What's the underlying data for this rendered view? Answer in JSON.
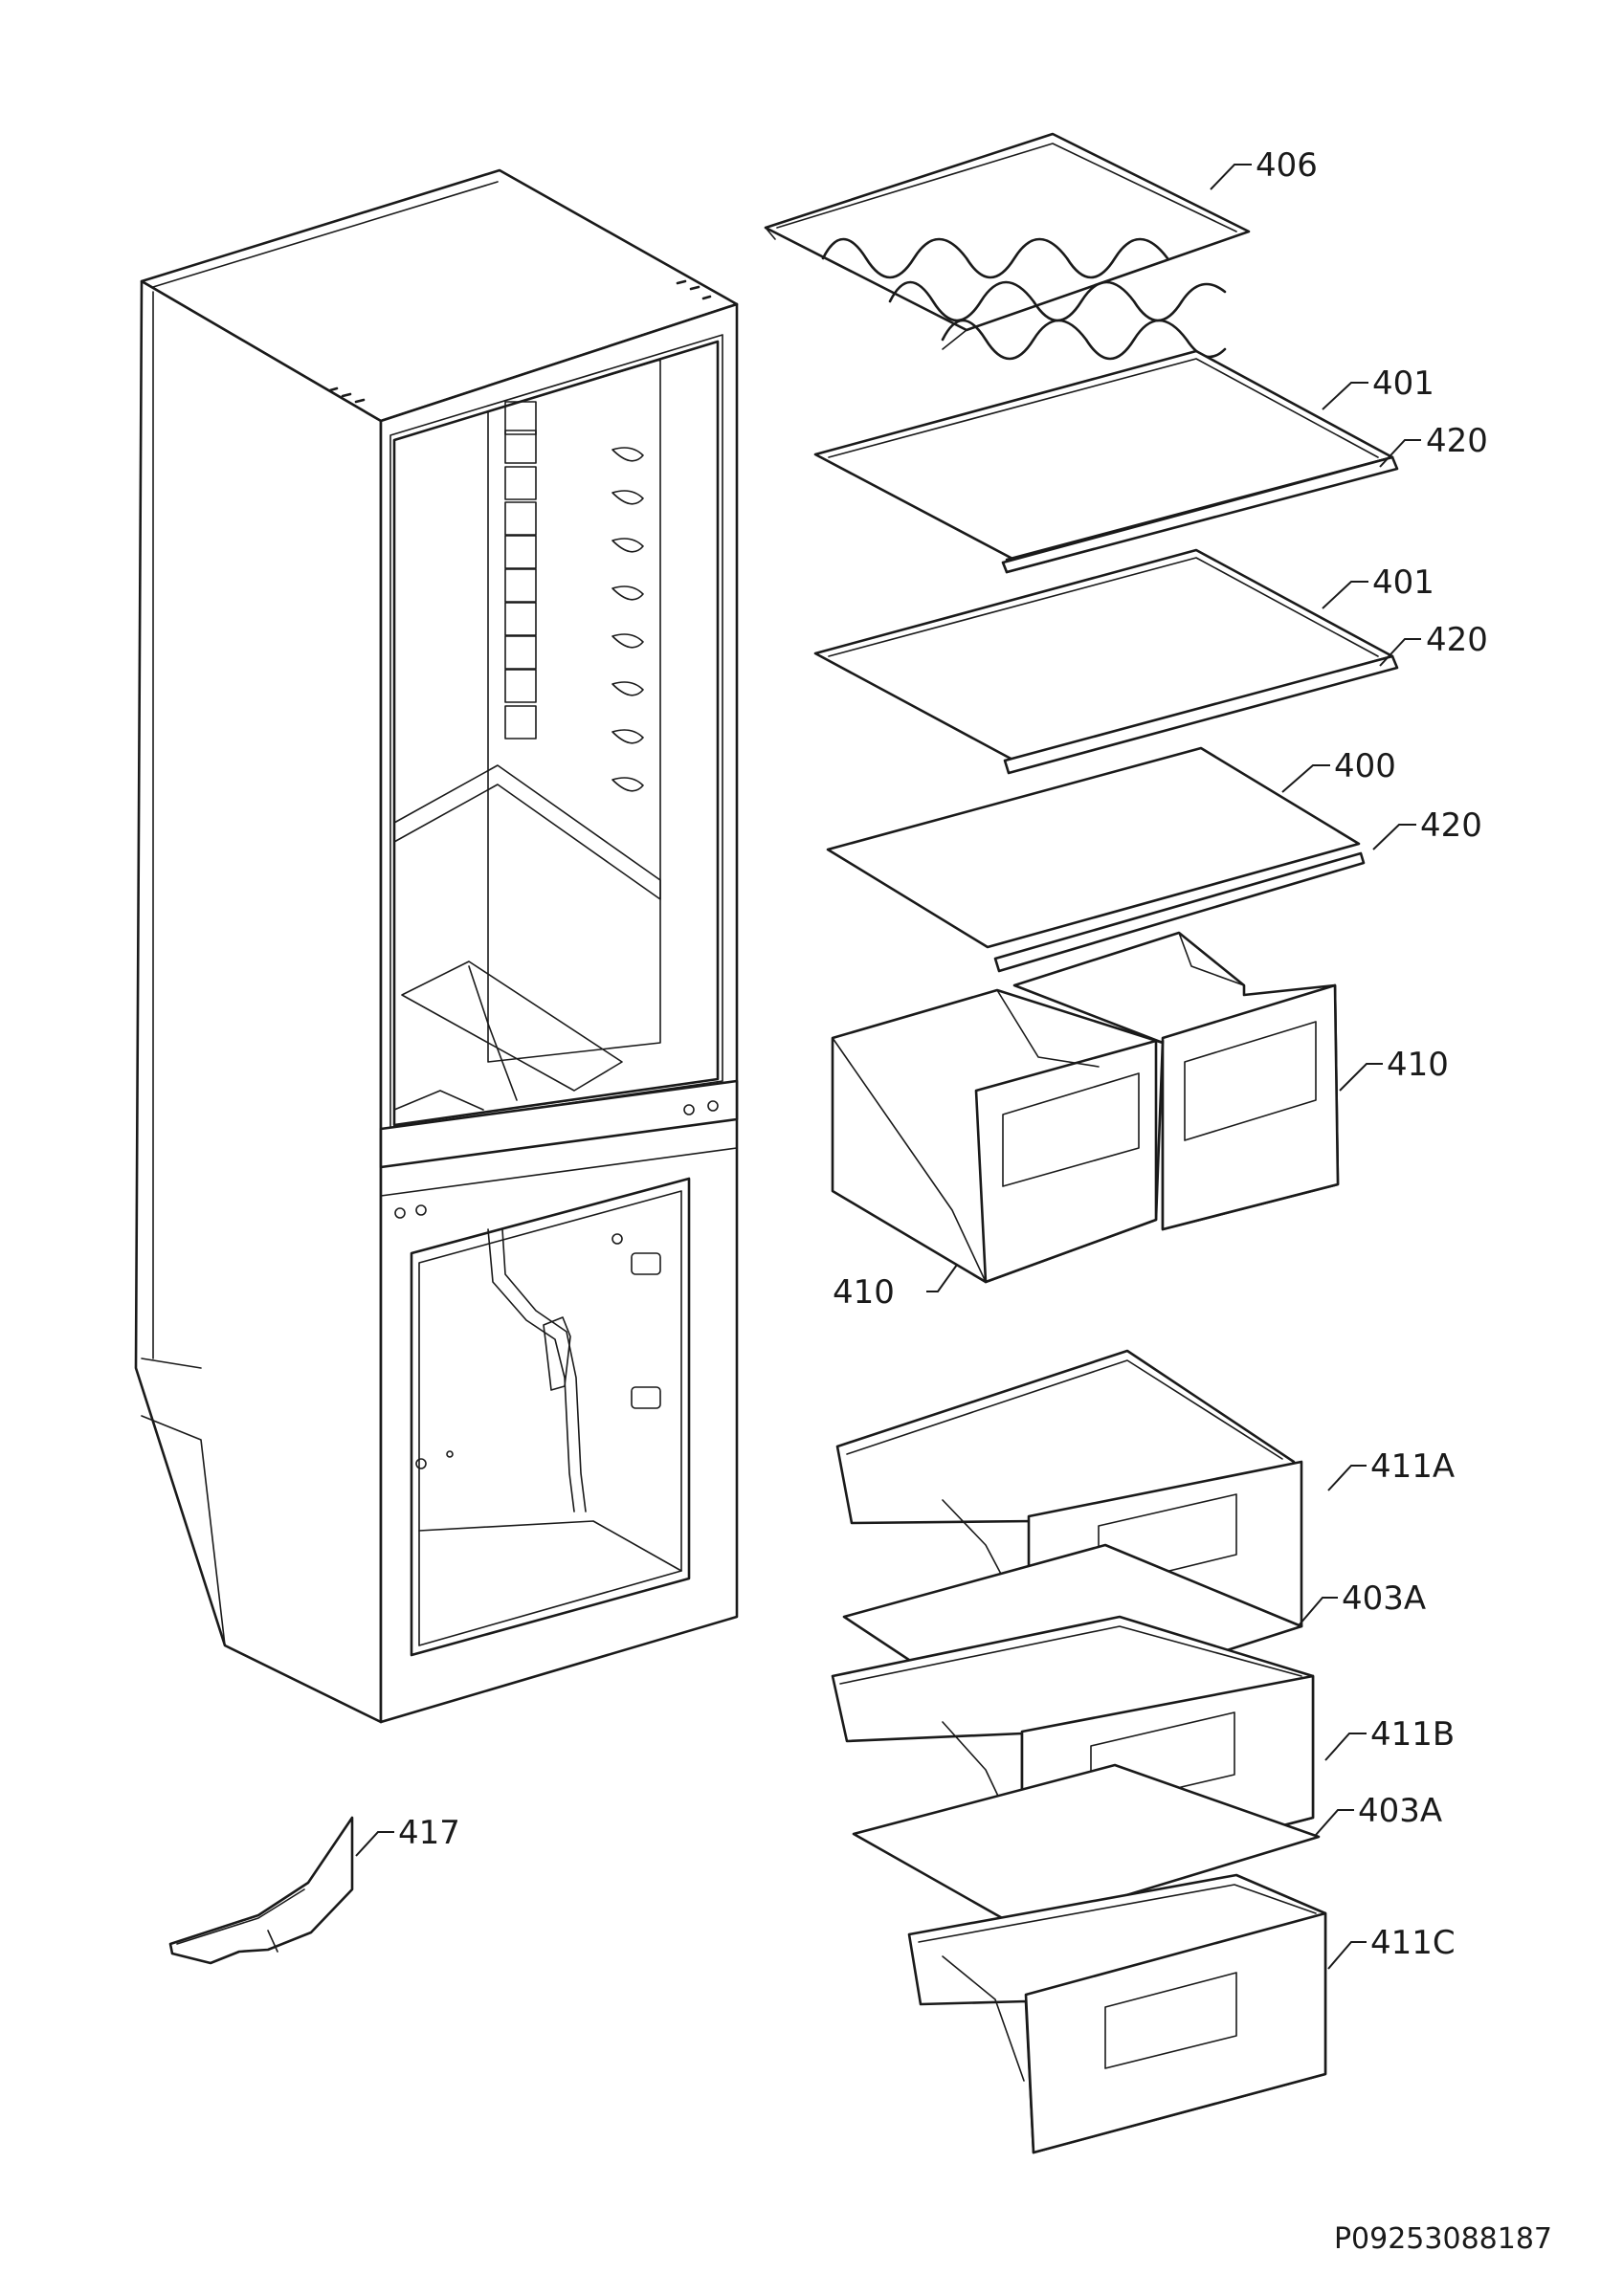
{
  "labels": {
    "p406": "406",
    "p401a": "401",
    "p420a": "420",
    "p401b": "401",
    "p420b": "420",
    "p400": "400",
    "p420c": "420",
    "p410a": "410",
    "p410b": "410",
    "p411A": "411A",
    "p403A_a": "403A",
    "p411B": "411B",
    "p403A_b": "403A",
    "p411C": "411C",
    "p417": "417"
  },
  "document_number": "P09253088187"
}
